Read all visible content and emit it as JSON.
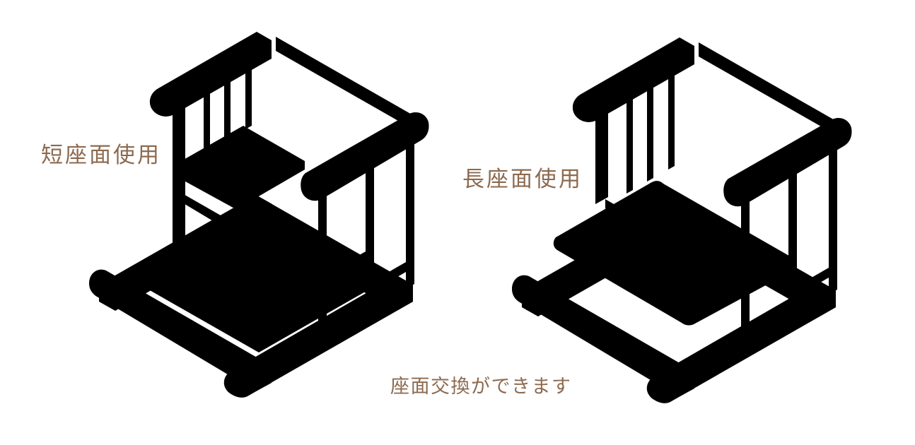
{
  "colors": {
    "line": "#8C6A4F",
    "text": "#8C6A4F",
    "background": "#ffffff"
  },
  "labels": {
    "left_chair": "短座面使用",
    "right_chair": "長座面使用",
    "caption": "座面交換ができます"
  }
}
